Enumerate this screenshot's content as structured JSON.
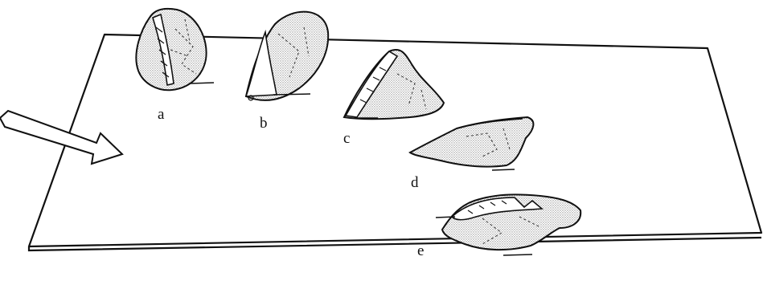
{
  "figure": {
    "labels": {
      "a": "a",
      "b": "b",
      "c": "c",
      "d": "d",
      "e": "e"
    },
    "colors": {
      "ink": "#111111",
      "paper": "#ffffff",
      "stipple": "#9a9a9a"
    },
    "icons": {
      "arrow": "wide-hollow-arrow-icon"
    }
  }
}
